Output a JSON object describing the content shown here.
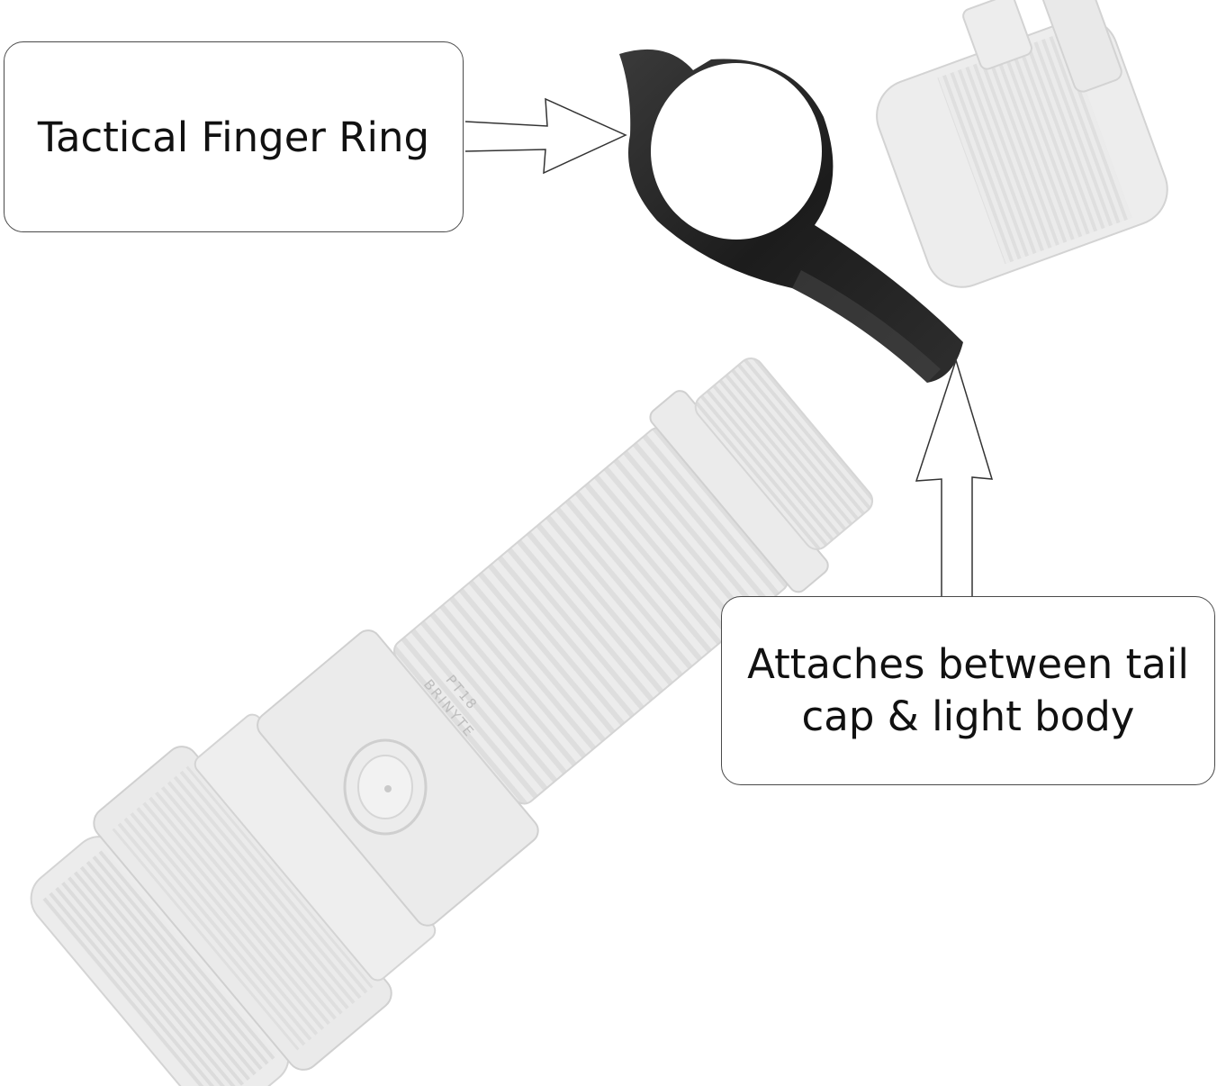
{
  "callouts": {
    "finger_ring": {
      "label": "Tactical Finger Ring"
    },
    "attachment": {
      "line1": "Attaches between tail",
      "line2": "cap & light body"
    }
  },
  "flashlight": {
    "brand": "BRINYTE",
    "model": "PT18"
  },
  "colors": {
    "ring": "#1f1f1f",
    "ghost_part": "#e9e9e9",
    "ghost_outline": "#d2d2d2",
    "callout_border": "#4a4a4a",
    "text": "#111111"
  },
  "icons": [
    "arrow-right-icon",
    "arrow-up-icon"
  ]
}
